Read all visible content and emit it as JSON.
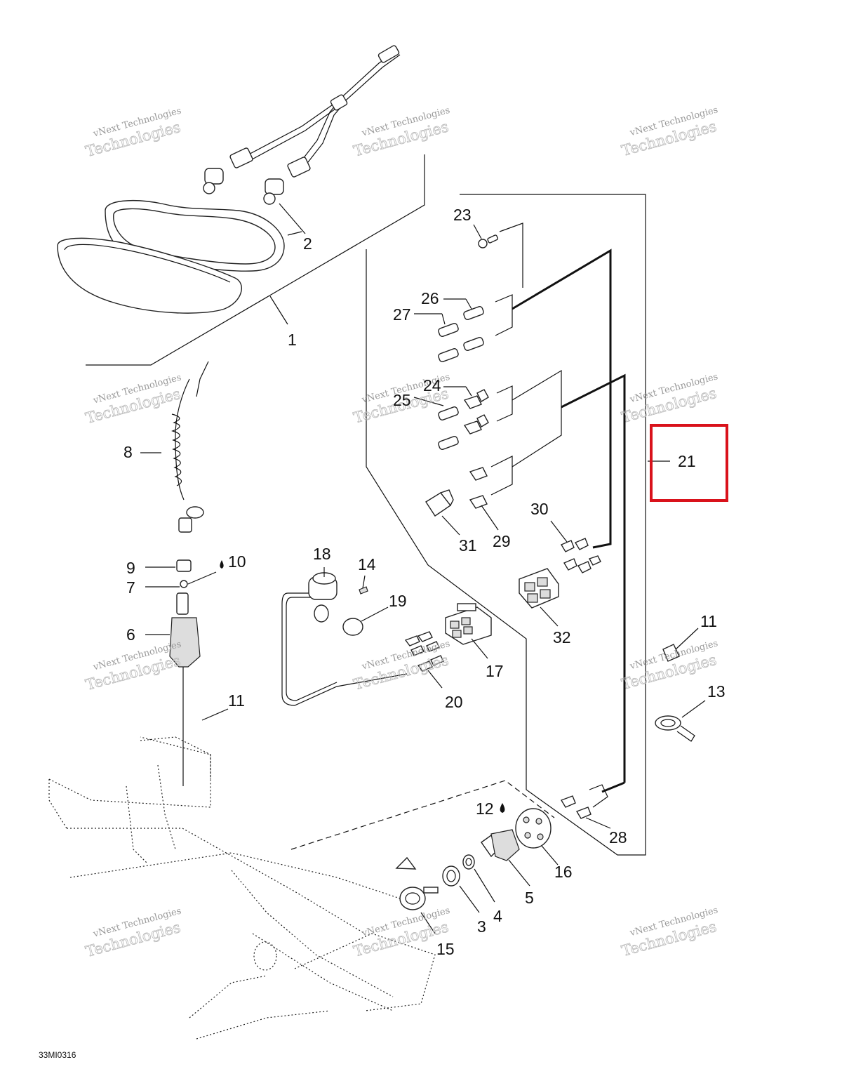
{
  "diagram": {
    "drawing_code": "33MI0316",
    "watermark_line1": "vNext Technologies",
    "watermark_line2": "Technologies",
    "highlight_color": "#d9121b",
    "highlighted_callout": "21",
    "callouts": {
      "c1": "1",
      "c2": "2",
      "c3": "3",
      "c4": "4",
      "c5": "5",
      "c6": "6",
      "c7": "7",
      "c8": "8",
      "c9": "9",
      "c10": "10",
      "c11a": "11",
      "c11b": "11",
      "c12": "12",
      "c13": "13",
      "c14": "14",
      "c15": "15",
      "c16": "16",
      "c17": "17",
      "c18": "18",
      "c19": "19",
      "c20": "20",
      "c21": "21",
      "c23": "23",
      "c24": "24",
      "c25": "25",
      "c26": "26",
      "c27": "27",
      "c28": "28",
      "c29": "29",
      "c30": "30",
      "c31": "31",
      "c32": "32"
    }
  }
}
